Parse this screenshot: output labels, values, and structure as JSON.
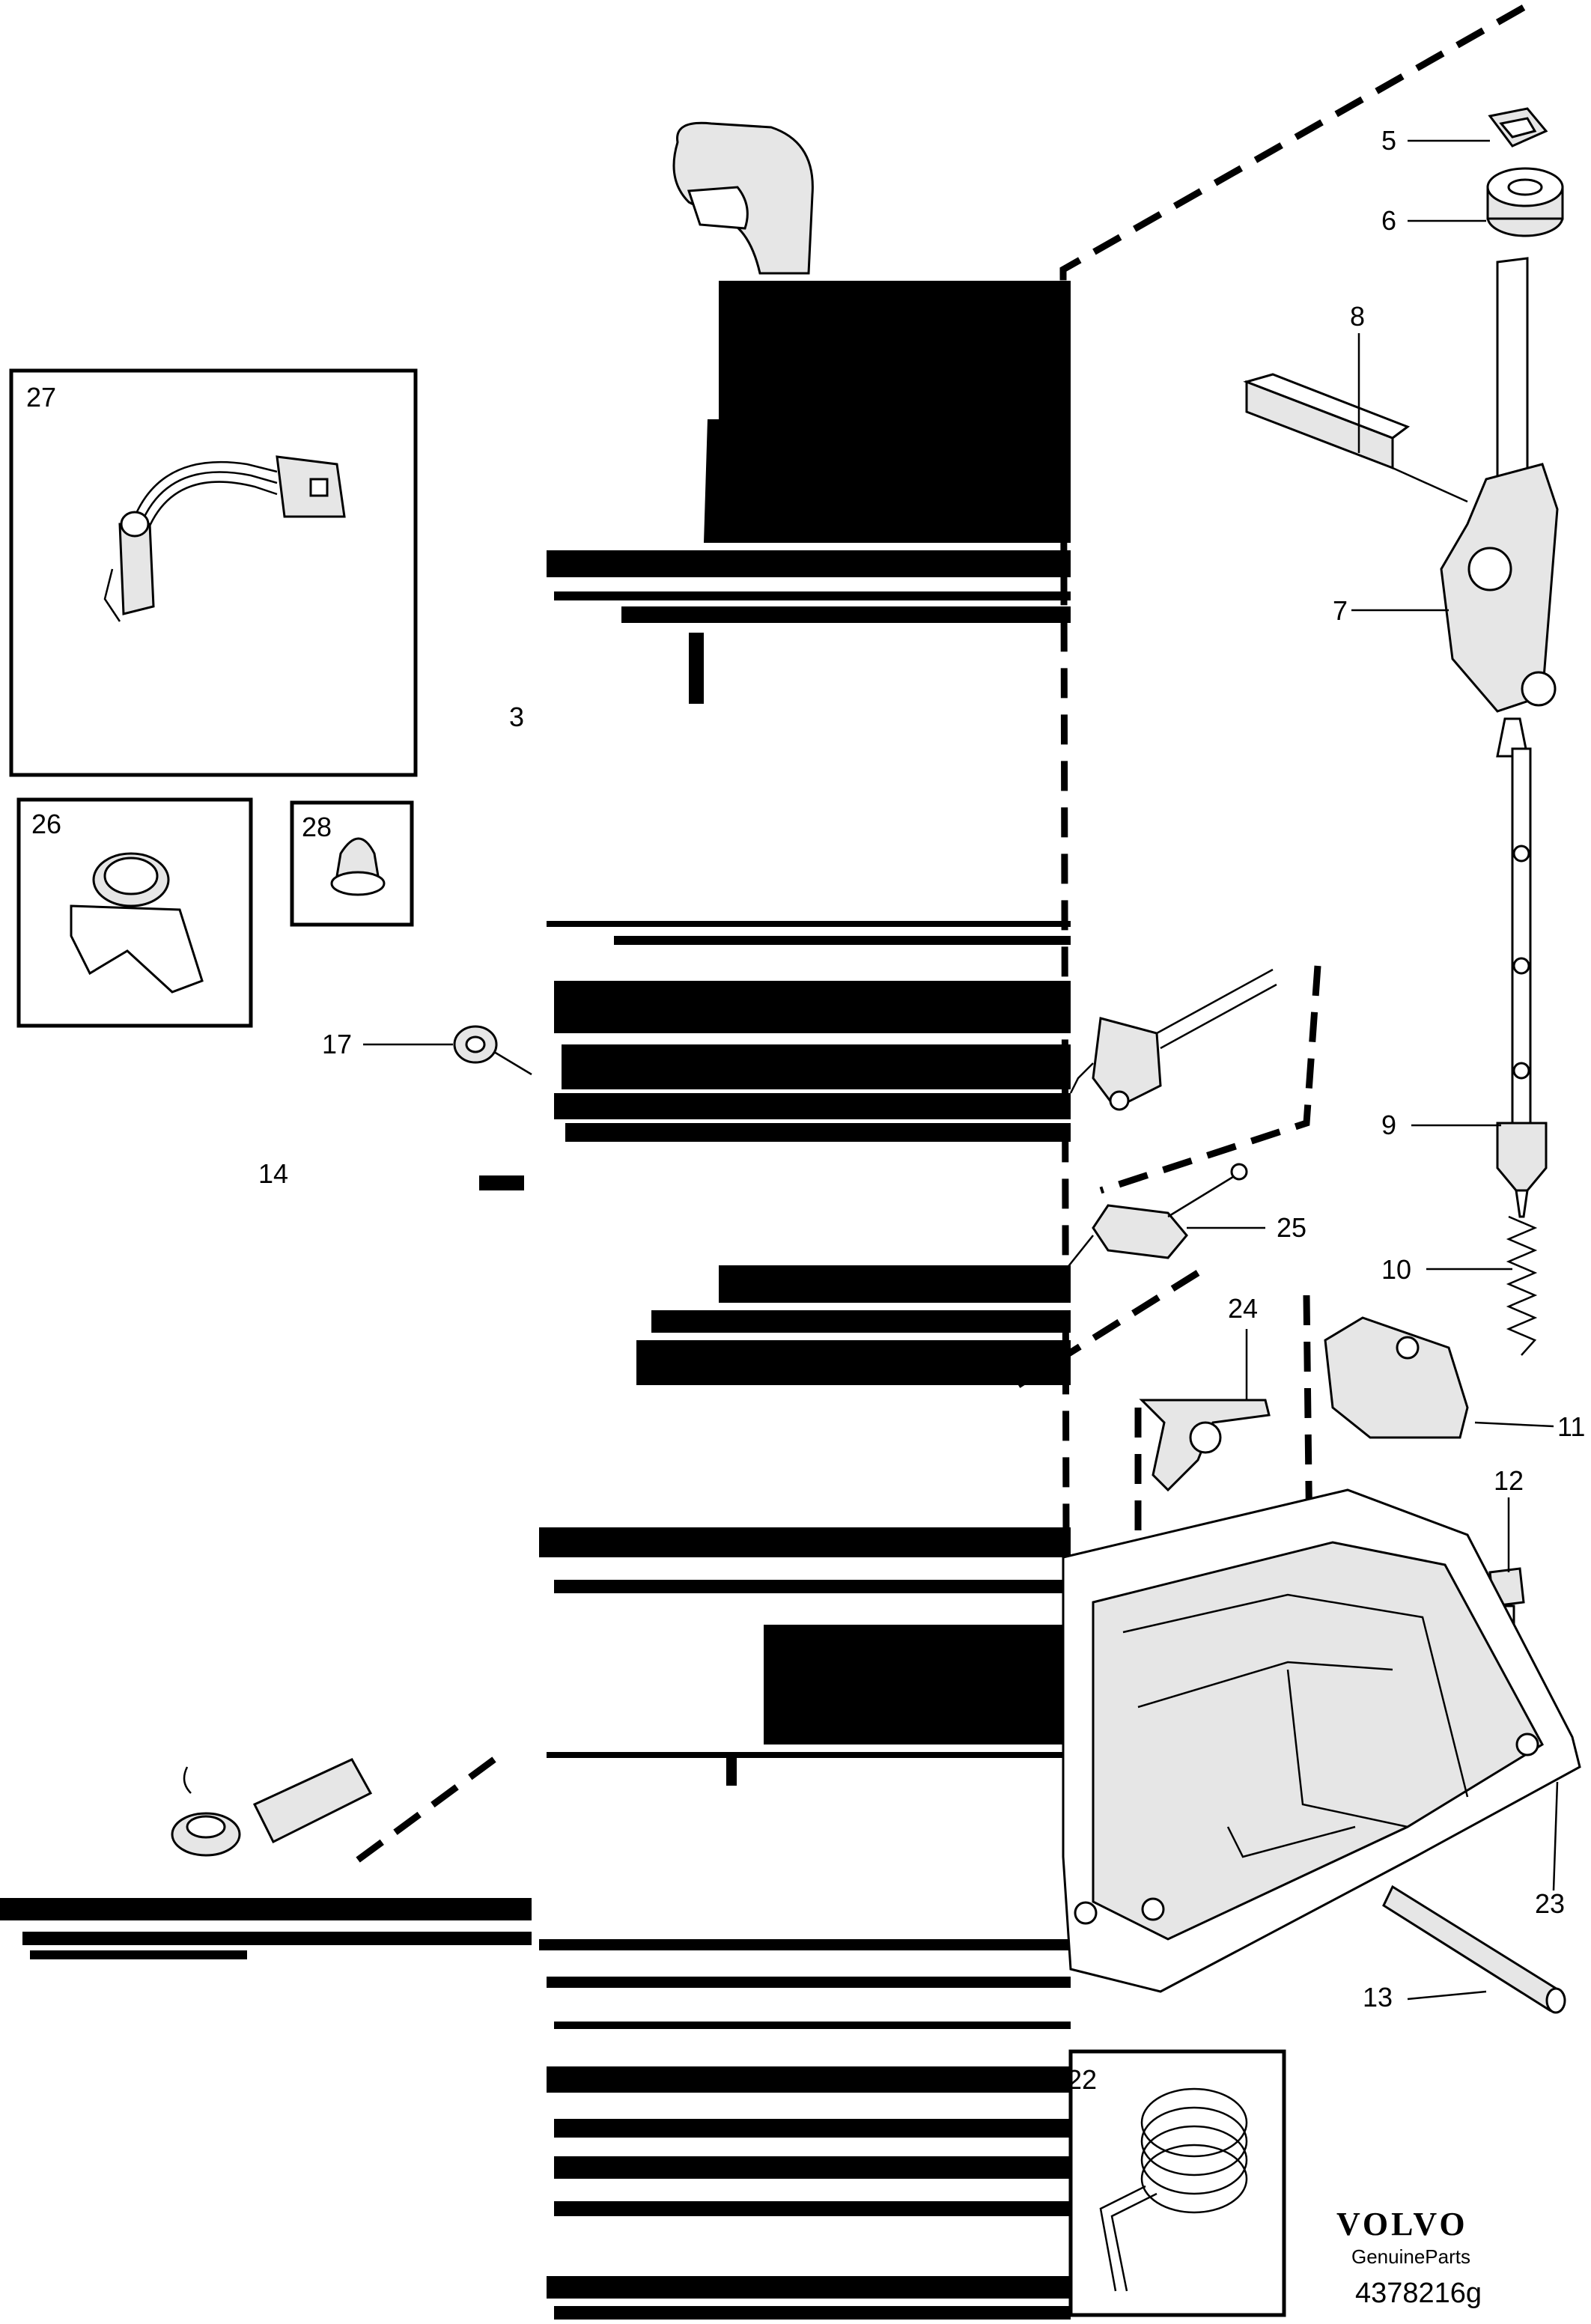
{
  "callouts": {
    "c3": "3",
    "c5": "5",
    "c6": "6",
    "c7": "7",
    "c8": "8",
    "c9": "9",
    "c10": "10",
    "c11": "11",
    "c12": "12",
    "c13": "13",
    "c14": "14",
    "c17": "17",
    "c22": "22",
    "c23": "23",
    "c24": "24",
    "c25": "25",
    "c26": "26",
    "c27": "27",
    "c28": "28"
  },
  "branding": {
    "brand": "VOLVO",
    "sub": "GenuineParts",
    "code": "4378216g"
  }
}
